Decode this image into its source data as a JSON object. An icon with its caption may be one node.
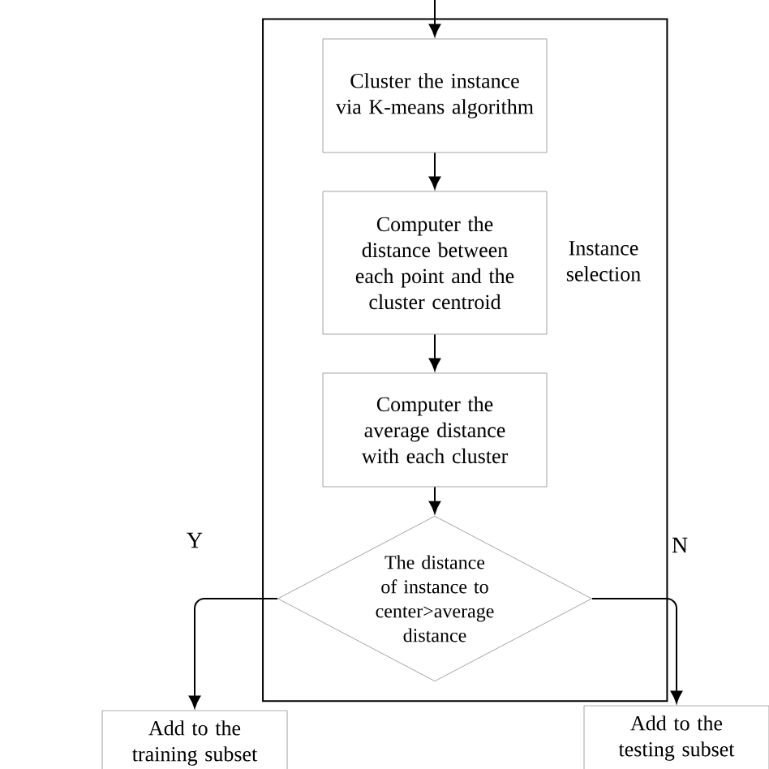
{
  "diagram": {
    "nodes": [
      {
        "text": [
          "Instance selection"
        ]
      },
      {
        "text": [
          "Cluster the instance via K-means algorithm"
        ],
        "in": 0
      },
      {
        "text": [
          "Computer the distance between each point and the cluster centroid"
        ],
        "in": 0
      },
      {
        "text": [
          "Computer the average distance with each cluster"
        ],
        "in": 0
      },
      {
        "text": [
          "The distance of instance to center>average distance"
        ],
        "in": 0
      },
      {
        "text": [
          "Add to the training subset"
        ]
      },
      {
        "text": [
          "Add to the testing subset"
        ]
      }
    ],
    "edges": [
      {
        "from": null,
        "to": 1,
        "arrow": "to"
      },
      {
        "from": 1,
        "to": 2,
        "arrow": "to"
      },
      {
        "from": 2,
        "to": 3,
        "arrow": "to"
      },
      {
        "from": 3,
        "to": 4,
        "arrow": "to"
      },
      {
        "from": 4,
        "to": 5,
        "arrow": "to",
        "label": "Y"
      },
      {
        "from": 4,
        "to": 6,
        "arrow": "to",
        "label": "N"
      }
    ]
  }
}
